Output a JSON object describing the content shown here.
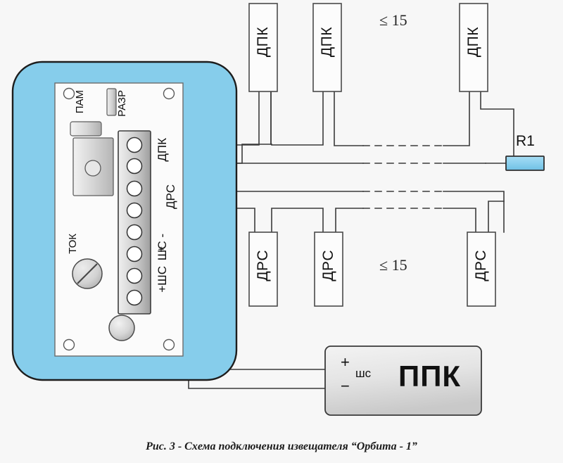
{
  "figure": {
    "caption": "Рис. 3 - Схема подключения извещателя “Орбита - 1”",
    "background_color": "#f7f7f7"
  },
  "device": {
    "housing_color": "#86cdeb",
    "board_color": "#fbfbfb",
    "controls": [
      {
        "name": "pam",
        "label": "ПАМ"
      },
      {
        "name": "razr",
        "label": "РАЗР"
      },
      {
        "name": "tok",
        "label": "ТОК"
      }
    ],
    "terminal_block": {
      "terminal_count": 8,
      "groups": [
        {
          "label": "ДПК",
          "terminals": [
            1,
            2
          ]
        },
        {
          "label": "ДРС",
          "terminals": [
            3,
            4
          ]
        },
        {
          "label": "ШС -",
          "terminals": [
            5,
            6
          ]
        },
        {
          "label": "+ШС",
          "terminals": [
            7,
            8
          ]
        }
      ],
      "signs": {
        "minus": "-",
        "plus": "+"
      }
    }
  },
  "sensors": {
    "dpk": {
      "label": "ДПК",
      "count_shown": 3,
      "max_label": "≤ 15"
    },
    "drs": {
      "label": "ДРС",
      "count_shown": 3,
      "max_label": "≤ 15"
    }
  },
  "resistor": {
    "label": "R1",
    "color": "#8fd3f0"
  },
  "control_panel": {
    "label": "ППК",
    "plus": "+",
    "minus": "−",
    "loop_label": "шс"
  },
  "colors": {
    "wire": "#3a3a3a",
    "outline": "#2a2a2a",
    "metal_light": "#f0f0f0",
    "metal_dark": "#9a9a9a"
  }
}
